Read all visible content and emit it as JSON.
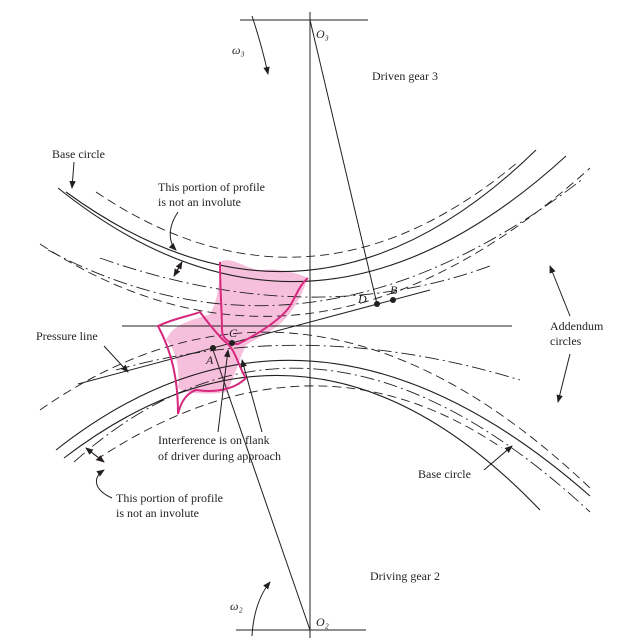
{
  "labels": {
    "omega3": "ω₃",
    "o3": "O₃",
    "driven_gear": "Driven gear 3",
    "base_circle_top": "Base circle",
    "portion_top_line1": "This portion of profile",
    "portion_top_line2": "is not an involute",
    "point_b": "B",
    "point_d": "D",
    "point_c": "C",
    "point_a": "A",
    "pressure_line": "Pressure line",
    "addendum_line1": "Addendum",
    "addendum_line2": "circles",
    "interference_line1": "Interference is on flank",
    "interference_line2": "of driver during approach",
    "base_circle_bottom": "Base circle",
    "portion_bottom_line1": "This portion of profile",
    "portion_bottom_line2": "is not an involute",
    "driving_gear": "Driving gear 2",
    "omega2": "ω₂",
    "o2": "O₂"
  },
  "colors": {
    "ink": "#231f20",
    "interference_fill": "#f6bfdc",
    "tooth_outline": "#d6297e"
  }
}
